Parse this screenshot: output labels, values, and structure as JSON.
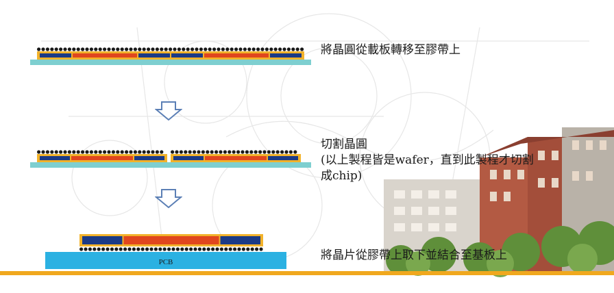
{
  "steps": [
    {
      "id": "transfer",
      "text": "將晶圓從載板轉移至膠帶上"
    },
    {
      "id": "dicing",
      "line1": "切割晶圓",
      "line2": "(以上製程皆是wafer，直到此製程才切割",
      "line3": "成chip)"
    },
    {
      "id": "bonding",
      "text": "將晶片從膠帶上取下並結合至基板上"
    }
  ],
  "pcb_label": "PCB",
  "colors": {
    "carrier": "#7ecfd0",
    "film": "#f2b22a",
    "die_red": "#e0461e",
    "die_blue": "#1b3a86",
    "bump": "#1a1a1a",
    "pcb": "#2bb1e2",
    "arrow": "#5b7fb5",
    "footer_bar": "#f0a81e"
  }
}
